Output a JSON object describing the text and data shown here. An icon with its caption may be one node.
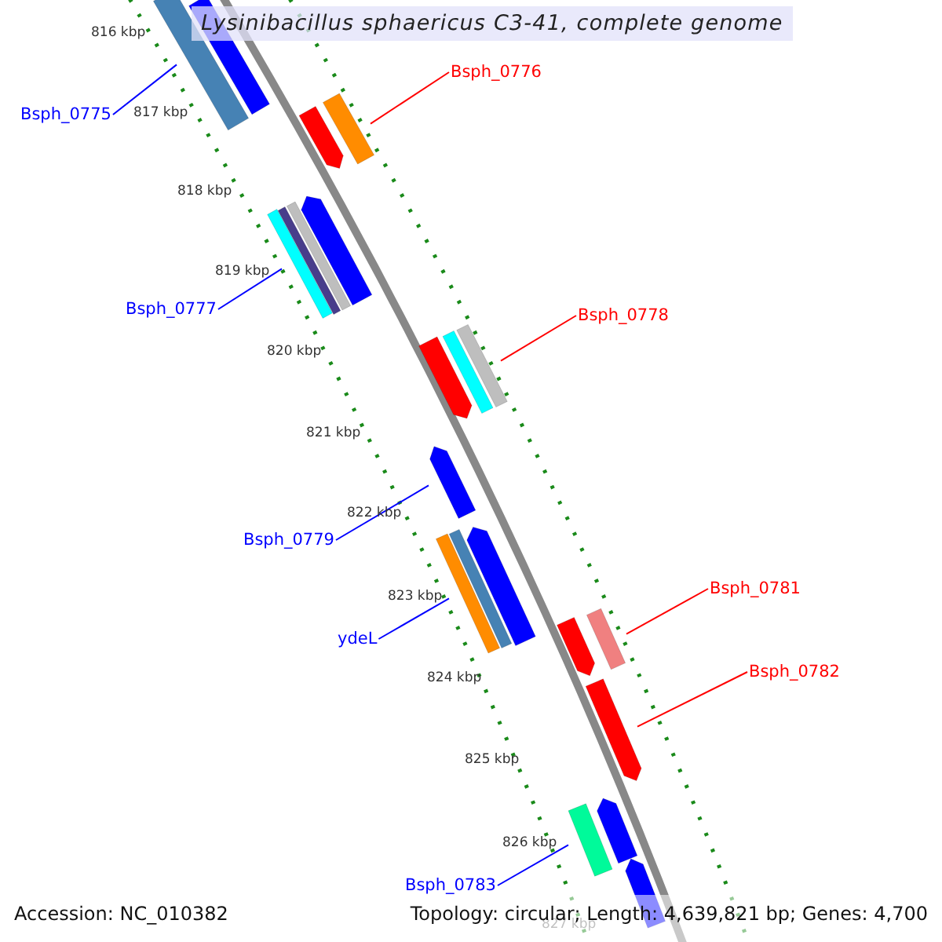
{
  "diagram": {
    "title": "Lysinibacillus sphaericus C3-41, complete genome",
    "nodes": [
      {
        "text": [
          "Bsph_0776"
        ]
      },
      {
        "text": [],
        "shape": "bar"
      },
      {
        "text": [],
        "shape": "bar"
      },
      {
        "text": [],
        "shape": "bar"
      },
      {
        "text": [],
        "shape": "bar"
      },
      {
        "text": [
          "Bsph_0775"
        ]
      },
      {
        "text": [],
        "shape": "bar"
      },
      {
        "text": [],
        "shape": "bar"
      },
      {
        "text": [],
        "shape": "bar"
      },
      {
        "text": [],
        "shape": "bar"
      },
      {
        "text": [
          "Bsph_0777"
        ]
      },
      {
        "text": [
          "Bsph_0778"
        ]
      },
      {
        "text": [],
        "shape": "bar"
      },
      {
        "text": [],
        "shape": "bar"
      },
      {
        "text": [],
        "shape": "bar"
      },
      {
        "text": [],
        "shape": "bar"
      },
      {
        "text": [
          "Bsph_0779"
        ]
      },
      {
        "text": [],
        "shape": "bar"
      },
      {
        "text": [],
        "shape": "bar"
      },
      {
        "text": [],
        "shape": "bar"
      },
      {
        "text": [
          "Bsph_0781"
        ]
      },
      {
        "text": [],
        "shape": "bar"
      },
      {
        "text": [],
        "shape": "bar"
      },
      {
        "text": [
          "ydeL"
        ]
      },
      {
        "text": [
          "Bsph_0782"
        ]
      },
      {
        "text": [],
        "shape": "bar"
      },
      {
        "text": [],
        "shape": "bar"
      },
      {
        "text": [],
        "shape": "bar"
      },
      {
        "text": [
          "Bsph_0783"
        ]
      },
      {
        "text": [],
        "shape": "bar"
      }
    ],
    "edges": [
      {
        "from": 5,
        "to": 1,
        "arrow": "none"
      },
      {
        "from": 0,
        "to": 4,
        "arrow": "none",
        "color": "#ff0000"
      },
      {
        "from": 10,
        "to": 7,
        "arrow": "none"
      },
      {
        "from": 11,
        "to": 14,
        "arrow": "none",
        "color": "#ff0000"
      },
      {
        "from": 16,
        "to": 15,
        "arrow": "none"
      },
      {
        "from": 23,
        "to": 19,
        "arrow": "none"
      },
      {
        "from": 20,
        "to": 21,
        "arrow": "none",
        "color": "#ff0000"
      },
      {
        "from": 24,
        "to": 25,
        "arrow": "none",
        "color": "#ff0000"
      },
      {
        "from": 28,
        "to": 27,
        "arrow": "none"
      }
    ],
    "labels": [
      "816 kbp",
      "817 kbp",
      "818 kbp",
      "819 kbp",
      "820 kbp",
      "821 kbp",
      "822 kbp",
      "823 kbp",
      "824 kbp",
      "825 kbp",
      "826 kbp",
      "827 kbp",
      "Accession: NC_010382",
      "Topology: circular; Length: 4,639,821 bp; Genes: 4,700"
    ]
  }
}
